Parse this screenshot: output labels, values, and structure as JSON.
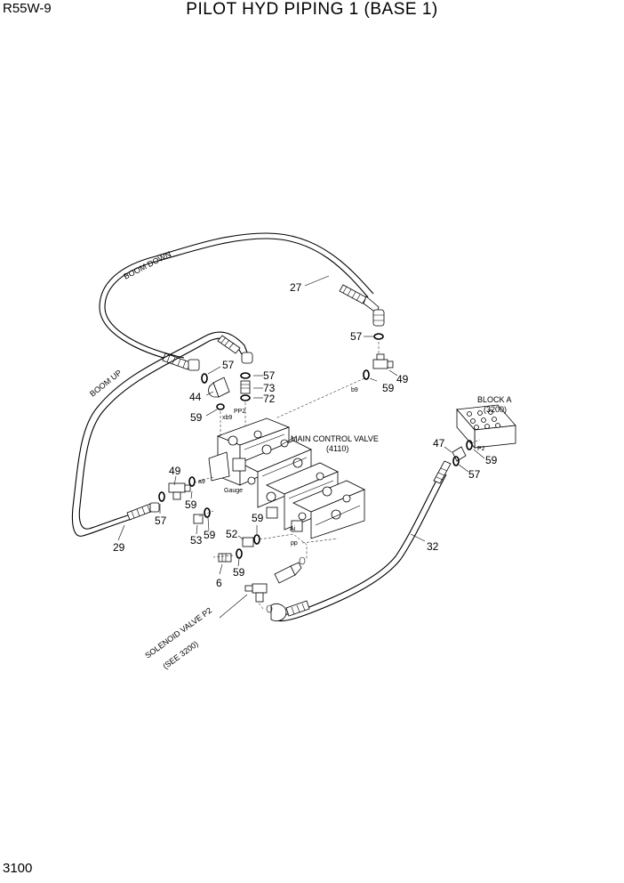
{
  "header": {
    "model": "R55W-9",
    "title": "PILOT HYD PIPING 1 (BASE 1)"
  },
  "footer": {
    "page_number": "3100"
  },
  "hose_labels": {
    "boom_down": "BOOM DOWN",
    "boom_up": "BOOM UP"
  },
  "assemblies": {
    "main_control_valve": "MAIN CONTROL VALVE",
    "main_control_valve_ref": "(4110)",
    "block_a": "BLOCK A",
    "block_a_ref": "(3200)",
    "solenoid_valve": "SOLENOID VALVE P2",
    "solenoid_valve_ref": "(SEE 3200)"
  },
  "ports": {
    "b9": "b9",
    "pp2": "PP2",
    "xb9": "xb9",
    "a9": "a9",
    "gauge": "Gauge",
    "ai": "Ai",
    "pp": "pp",
    "p2": "P2"
  },
  "callouts": {
    "c27": "27",
    "c57_top": "57",
    "c49_right": "49",
    "c59_right": "59",
    "c57_left": "57",
    "c44": "44",
    "c59_left": "59",
    "c57_mid": "57",
    "c73": "73",
    "c72": "72",
    "c49_left": "49",
    "c59_tee": "59",
    "c57_low": "57",
    "c29": "29",
    "c53": "53",
    "c59_53": "59",
    "c52": "52",
    "c59_52": "59",
    "c6": "6",
    "c59_6": "59",
    "c47": "47",
    "c59_block": "59",
    "c57_block": "57",
    "c32": "32"
  }
}
